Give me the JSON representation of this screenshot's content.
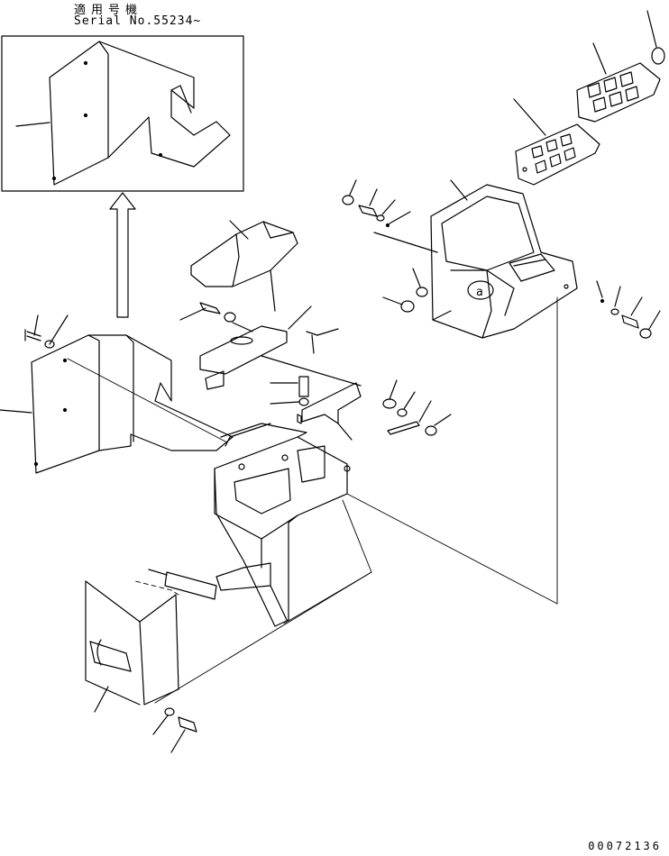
{
  "header": {
    "applicable_label": "適用号機",
    "serial_label": "Serial No.55234~"
  },
  "footer": {
    "drawing_number": "00072136"
  },
  "callouts": {
    "a_mark": "a"
  }
}
